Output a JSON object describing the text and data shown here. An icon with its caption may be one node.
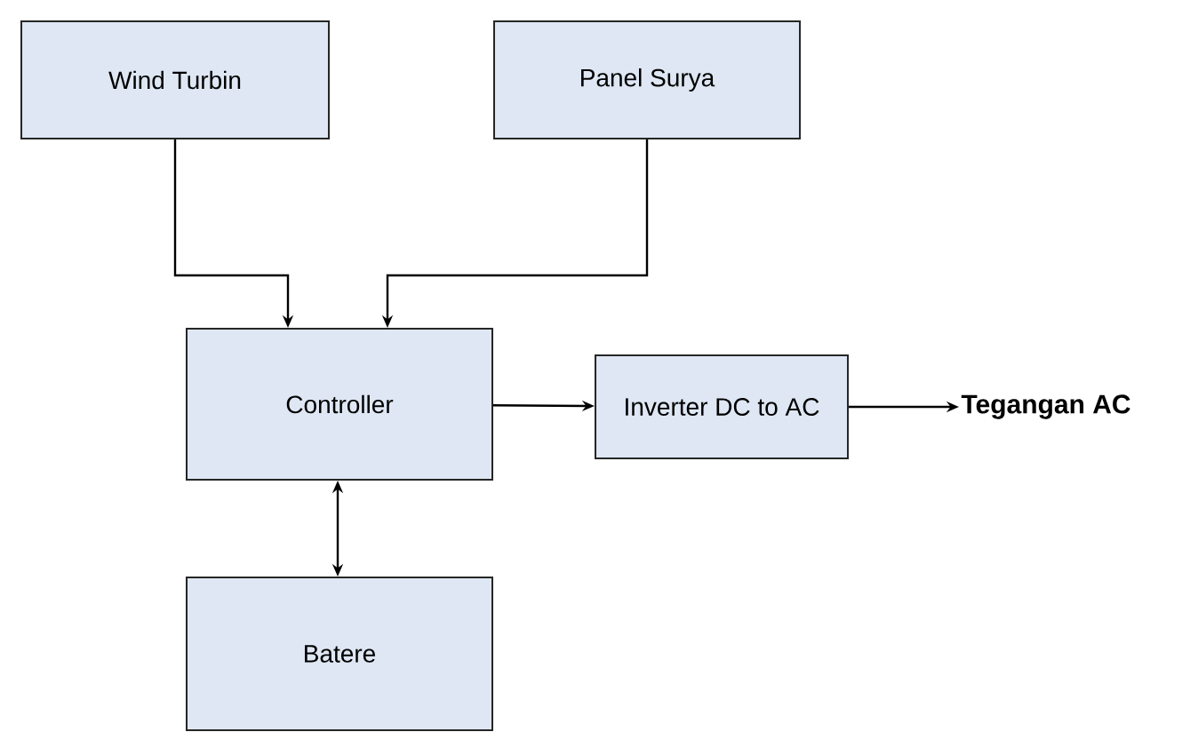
{
  "diagram": {
    "nodes": [
      {
        "text": [
          "Wind Turbin"
        ]
      },
      {
        "text": [
          "Panel Surya"
        ]
      },
      {
        "text": [
          "Controller"
        ]
      },
      {
        "text": [
          "Inverter DC to AC"
        ]
      },
      {
        "text": [
          "Tegangan AC"
        ]
      },
      {
        "text": [
          "Batere"
        ]
      }
    ],
    "edges": [
      {
        "from": 0,
        "to": 2,
        "arrow": "to"
      },
      {
        "from": 1,
        "to": 2,
        "arrow": "to"
      },
      {
        "from": 2,
        "to": 3,
        "arrow": "to"
      },
      {
        "from": 3,
        "to": 4,
        "arrow": "to"
      },
      {
        "from": 2,
        "to": 5,
        "arrow": "both"
      }
    ]
  }
}
